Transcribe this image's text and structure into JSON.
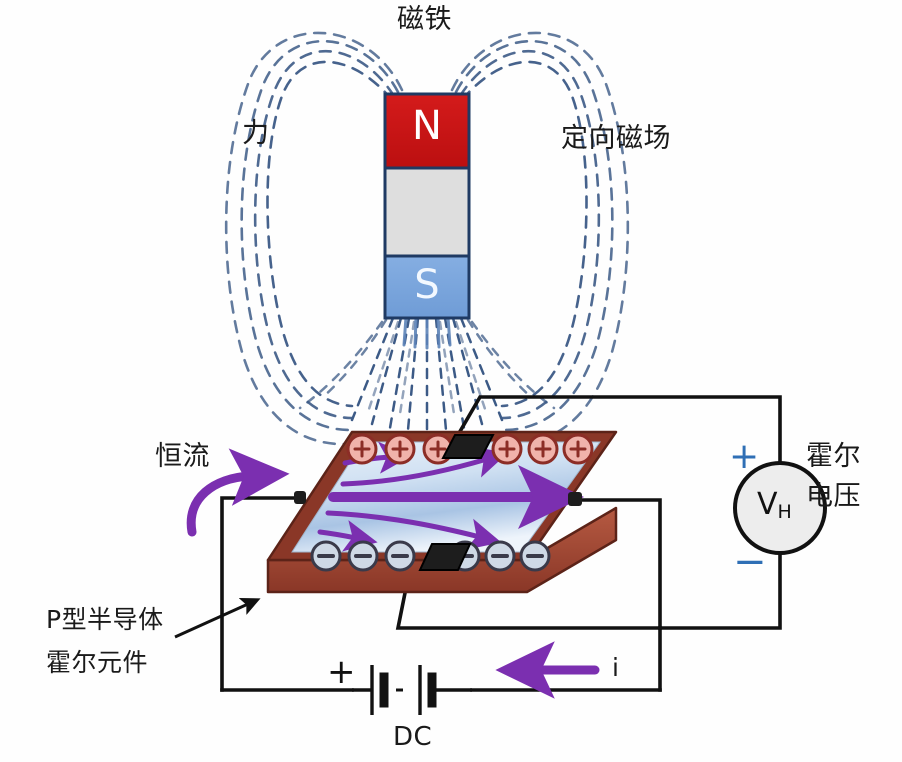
{
  "diagram": {
    "title_label": "磁铁",
    "force_label": "力",
    "field_label": "定向磁场",
    "current_label": "恒流",
    "semiconductor_label_line1": "P型半导体",
    "semiconductor_label_line2": "霍尔元件",
    "hall_voltage_label_line1": "霍尔",
    "hall_voltage_label_line2": "电压",
    "voltmeter_symbol": "V",
    "voltmeter_subscript": "H",
    "voltmeter_plus": "+",
    "voltmeter_minus": "−",
    "battery_plus": "+",
    "battery_label": "DC",
    "current_symbol": "i",
    "magnet": {
      "north_label": "N",
      "south_label": "S",
      "north_color": "#cc1517",
      "middle_color": "#dedede",
      "south_color": "#7ba7de",
      "border_color": "#1f3a63"
    },
    "charges": {
      "positive_symbol": "+",
      "negative_symbol": "−",
      "positive_count": 6,
      "negative_count": 6,
      "positive_fill": "#f0b3ab",
      "positive_stroke": "#8c2d26",
      "negative_fill": "#cfd9e6",
      "negative_stroke": "#3a3a4a"
    },
    "colors": {
      "field_line": "#3c5a86",
      "current_arrow": "#7b2fb0",
      "plate_edge": "#a04a36",
      "plate_edge_dark": "#7d3224",
      "wire": "#111111",
      "accent_blue": "#2f6fb5"
    }
  }
}
